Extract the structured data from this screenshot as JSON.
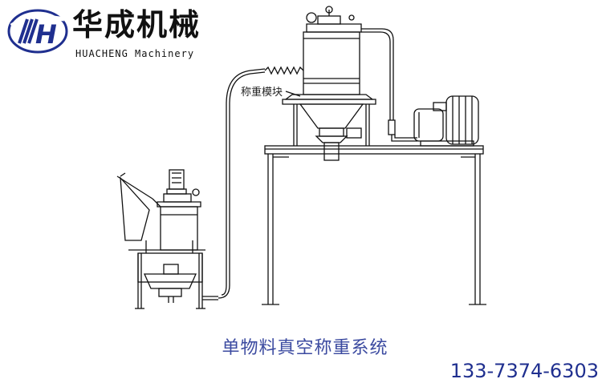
{
  "logo": {
    "mark_letter": "H",
    "name_cn": "华成机械",
    "name_en": "HUACHENG Machinery",
    "mark_color": "#1f2f8f"
  },
  "diagram": {
    "callout_label": "称重模块",
    "caption": "单物料真空称重系统",
    "phone": "133-7374-6303"
  },
  "colors": {
    "line": "#111111",
    "caption": "#3b4aa0",
    "phone": "#1f2f8f"
  }
}
